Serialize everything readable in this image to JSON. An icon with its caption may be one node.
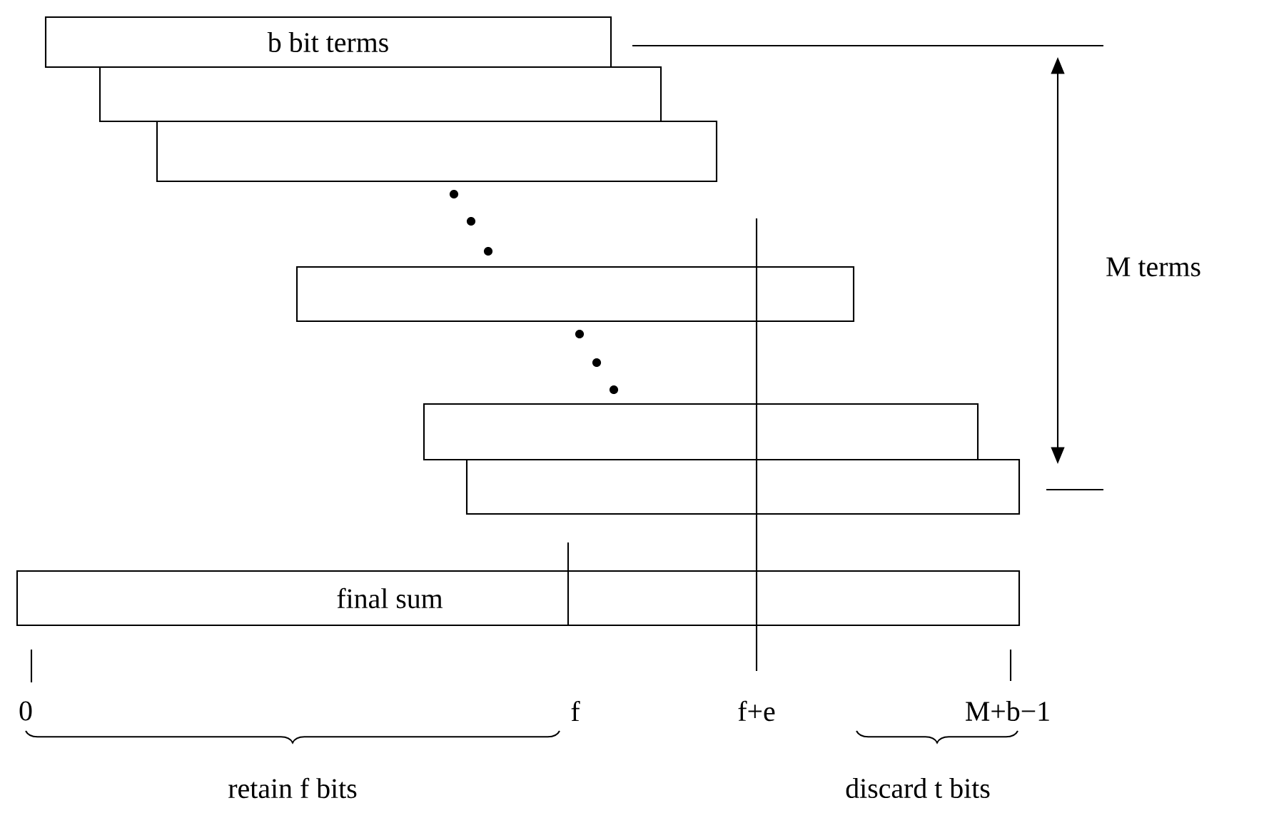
{
  "diagram": {
    "nodes": [
      {
        "text": [
          "b bit terms"
        ]
      },
      {
        "text": [],
        "shape": "box"
      },
      {
        "text": [],
        "shape": "box"
      },
      {
        "text": [],
        "shape": "box"
      },
      {
        "text": [],
        "shape": "box"
      },
      {
        "text": [],
        "shape": "box"
      },
      {
        "text": [
          "final sum"
        ]
      }
    ],
    "labels": [
      "M terms",
      "0",
      "f",
      "f+e",
      "M+b−1",
      "retain f bits",
      "discard t bits"
    ]
  }
}
